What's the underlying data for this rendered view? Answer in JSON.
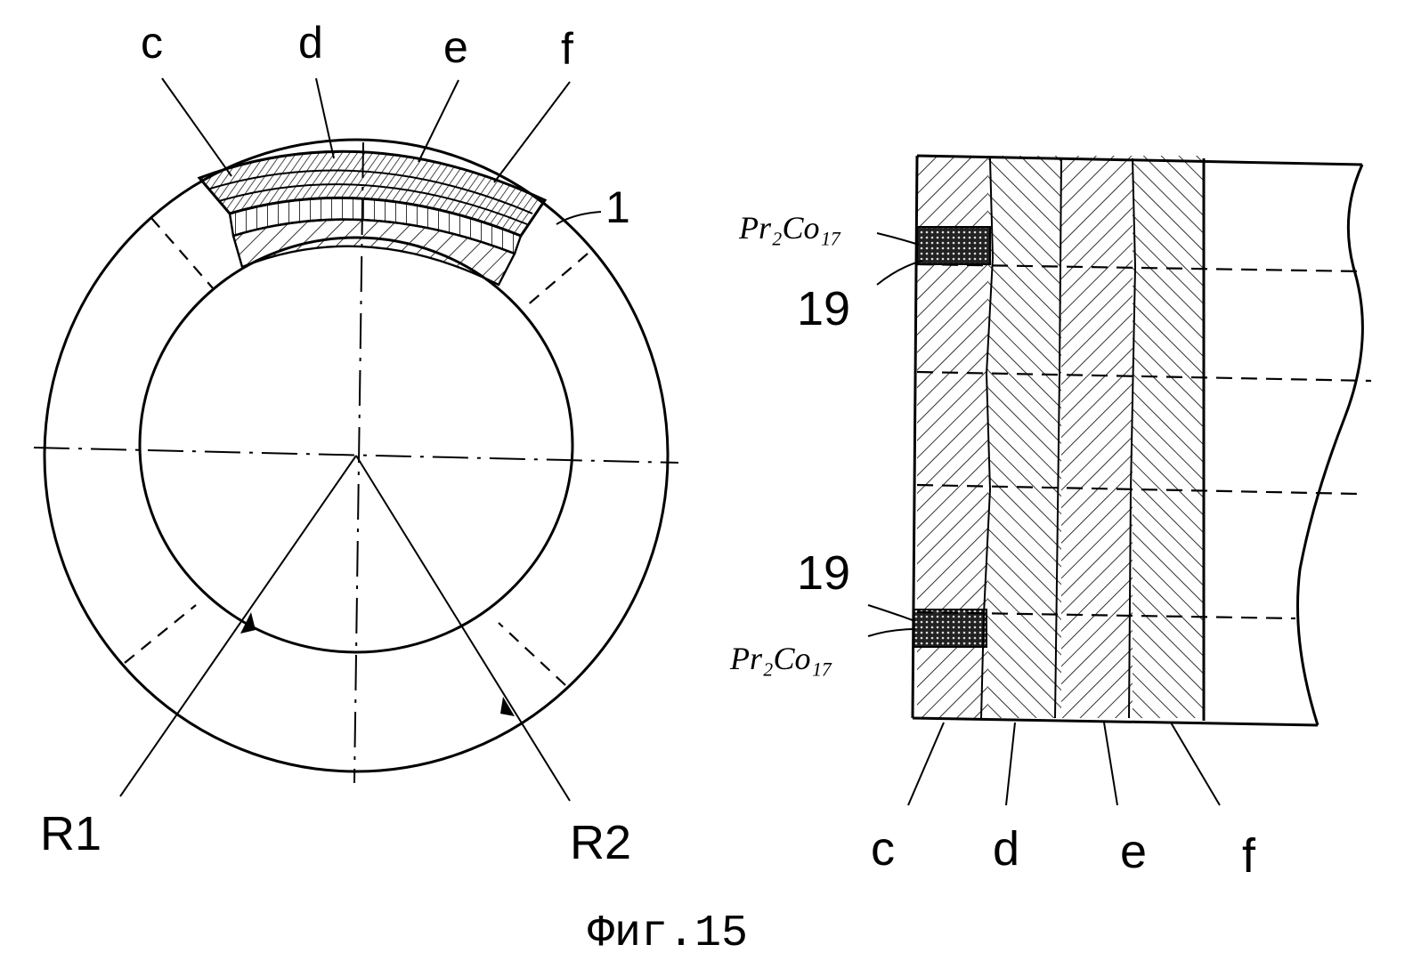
{
  "left_view": {
    "layer_labels": [
      "c",
      "d",
      "e",
      "f"
    ],
    "ref_label": "1",
    "radius_labels": [
      "R1",
      "R2"
    ]
  },
  "right_view": {
    "material_label_top": "Pr₂Co₁₇",
    "material_label_bottom": "Pr₂Co₁₇",
    "ref_label_top": "19",
    "ref_label_bottom": "19",
    "layer_labels": [
      "c",
      "d",
      "e",
      "f"
    ]
  },
  "caption": "Фиг.15"
}
